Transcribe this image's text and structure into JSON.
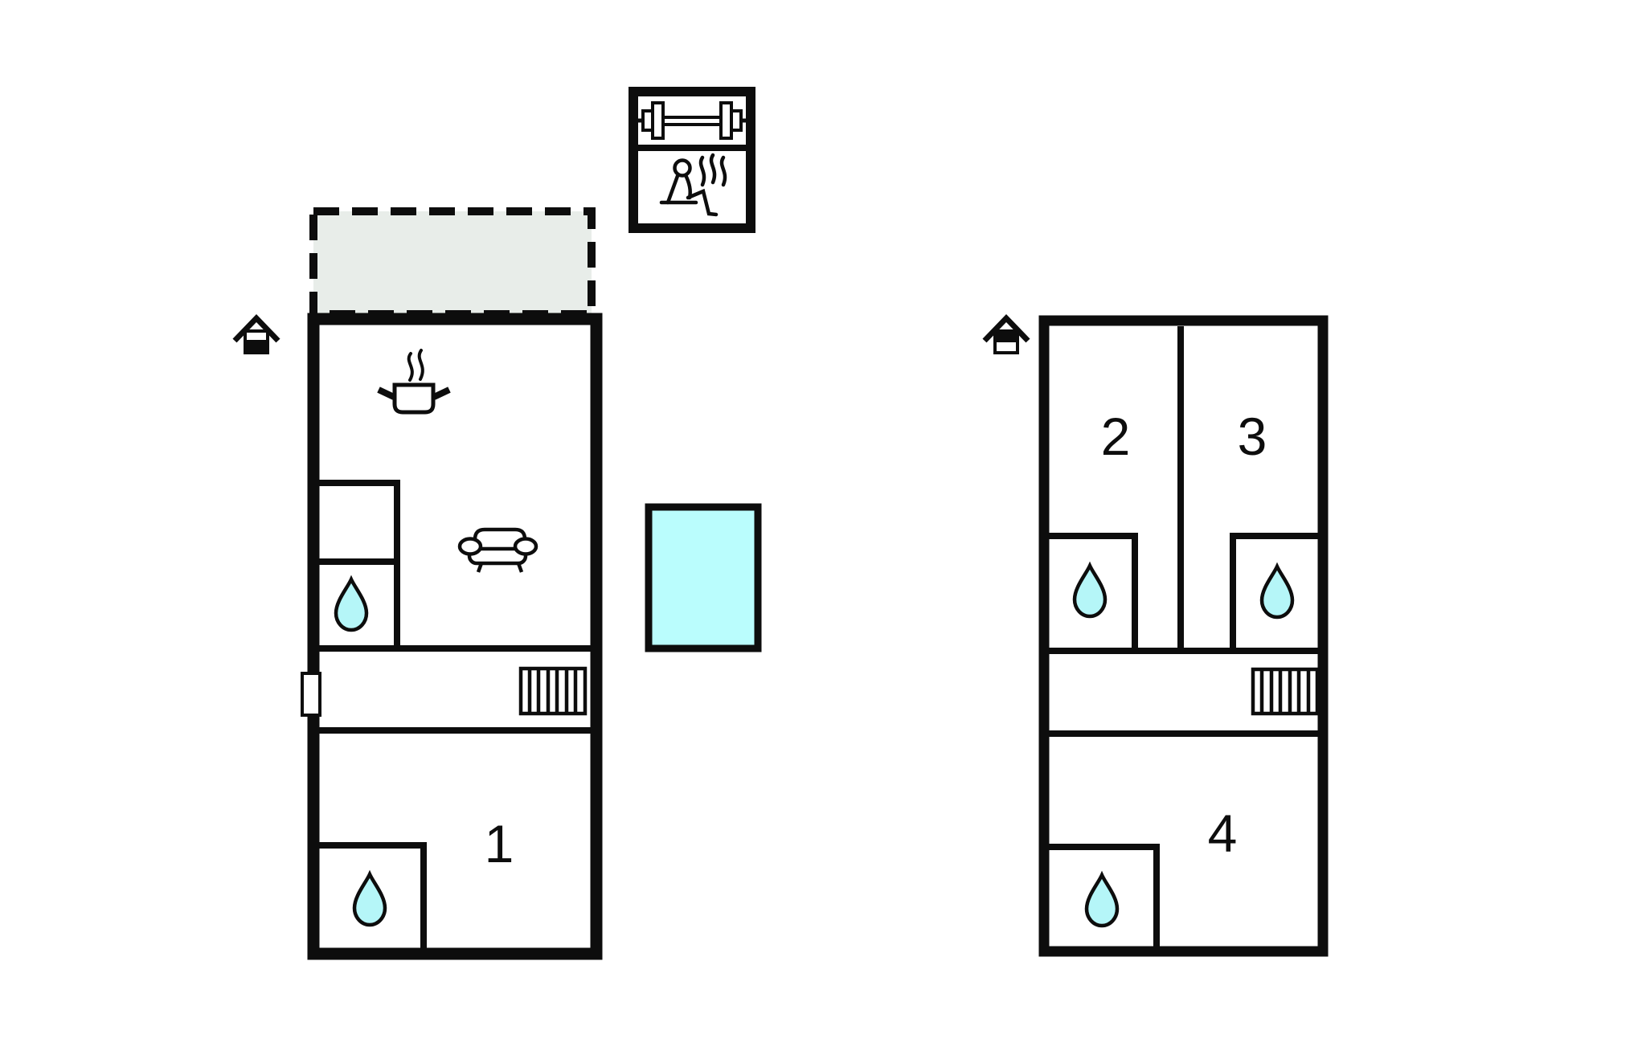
{
  "rooms": [
    {
      "label": "1",
      "floor": "ground"
    },
    {
      "label": "2",
      "floor": "upper"
    },
    {
      "label": "3",
      "floor": "upper"
    },
    {
      "label": "4",
      "floor": "upper"
    }
  ],
  "icons": {
    "ground_floor_marker": "house-ground-floor",
    "upper_floor_marker": "house-upper-floor",
    "kitchen": "cooking-pot",
    "living_room": "sofa",
    "bathroom": "water-drop",
    "stairs": "stairs",
    "gym": "dumbbell",
    "sauna": "sauna-person",
    "entrance": "door-marker"
  },
  "colors": {
    "wall": "#0d0d0d",
    "terrace_fill": "#e8ede9",
    "water_drop_fill": "#b5f6f8",
    "pool_fill": "#bafdfd",
    "background": "#ffffff"
  }
}
